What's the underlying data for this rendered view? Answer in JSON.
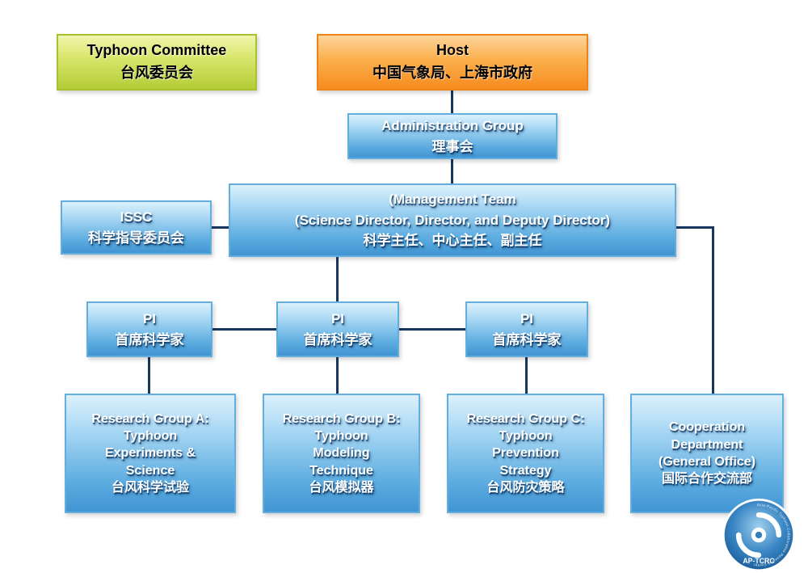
{
  "diagram": {
    "nodes": {
      "typhoon_committee": {
        "lines": [
          "Typhoon Committee",
          "台风委员会"
        ]
      },
      "host": {
        "lines": [
          "Host",
          "中国气象局、上海市政府"
        ]
      },
      "admin_group": {
        "lines": [
          "Administration Group",
          "理事会"
        ]
      },
      "issc": {
        "lines": [
          "ISSC",
          "科学指导委员会"
        ]
      },
      "management": {
        "lines": [
          "(Management Team",
          "(Science Director, Director, and Deputy Director)",
          "科学主任、中心主任、副主任"
        ]
      },
      "pi_a": {
        "lines": [
          "PI",
          "首席科学家"
        ]
      },
      "pi_b": {
        "lines": [
          "PI",
          "首席科学家"
        ]
      },
      "pi_c": {
        "lines": [
          "PI",
          "首席科学家"
        ]
      },
      "research_a": {
        "lines": [
          "Research Group A:",
          "Typhoon",
          "Experiments &",
          "Science",
          "台风科学试验"
        ]
      },
      "research_b": {
        "lines": [
          "Research Group B:",
          "Typhoon",
          "Modeling",
          "Technique",
          "台风模拟器"
        ]
      },
      "research_c": {
        "lines": [
          "Research Group C:",
          "Typhoon",
          "Prevention",
          "Strategy",
          "台风防灾策略"
        ]
      },
      "cooperation": {
        "lines": [
          "Cooperation",
          "Department",
          "(General Office)",
          "国际合作交流部"
        ]
      }
    },
    "colors": {
      "connector": "#17375e",
      "blue_box_top": "#dcf1fc",
      "blue_box_bottom": "#4195d2",
      "green_box": "#c3d845",
      "orange_box": "#f89a2e",
      "blue_box_text": "#ffffff",
      "header_box_text": "#000000"
    }
  },
  "logo": {
    "label": "AP-TCRC",
    "ring_text": "Asia-Pacific Typhoon Collaborative Research Center"
  }
}
